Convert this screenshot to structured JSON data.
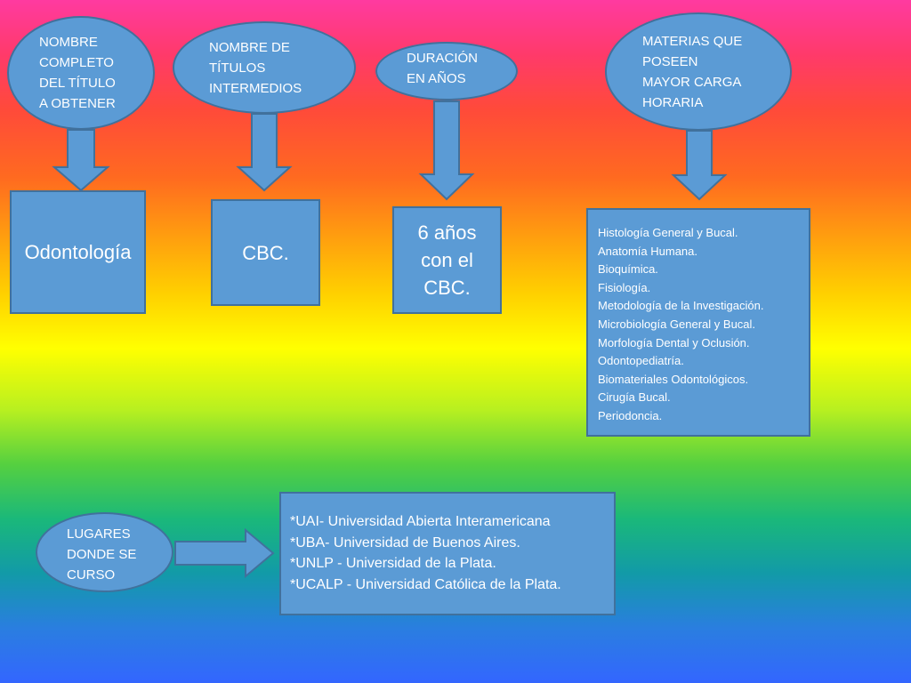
{
  "headers": {
    "titulo": "NOMBRE\nCOMPLETO\nDEL TÍTULO\nA OBTENER",
    "intermedios": "NOMBRE DE\nTÍTULOS\nINTERMEDIOS",
    "duracion": "DURACIÓN\nEN AÑOS",
    "materias": "MATERIAS QUE\nPOSEEN\nMAYOR CARGA\nHORARIA",
    "lugares": "LUGARES\nDONDE SE\nCURSO"
  },
  "values": {
    "titulo": "Odontología",
    "intermedios": "CBC.",
    "duracion": "6 años\ncon el\nCBC."
  },
  "materias": [
    "Histología General y Bucal.",
    "Anatomía Humana.",
    "Bioquímica.",
    "Fisiología.",
    "Metodología de la Investigación.",
    "Microbiología General y Bucal.",
    "Morfología Dental y Oclusión.",
    "Odontopediatría.",
    "Biomateriales Odontológicos.",
    "Cirugía Bucal.",
    "Periodoncia."
  ],
  "universidades": [
    "*UAI- Universidad Abierta Interamericana",
    "*UBA- Universidad de Buenos Aires.",
    "*UNLP - Universidad de la Plata.",
    "*UCALP - Universidad Católica de la Plata."
  ],
  "colors": {
    "shape_fill": "#5b9bd5",
    "shape_border": "#41719c",
    "text": "#ffffff"
  }
}
